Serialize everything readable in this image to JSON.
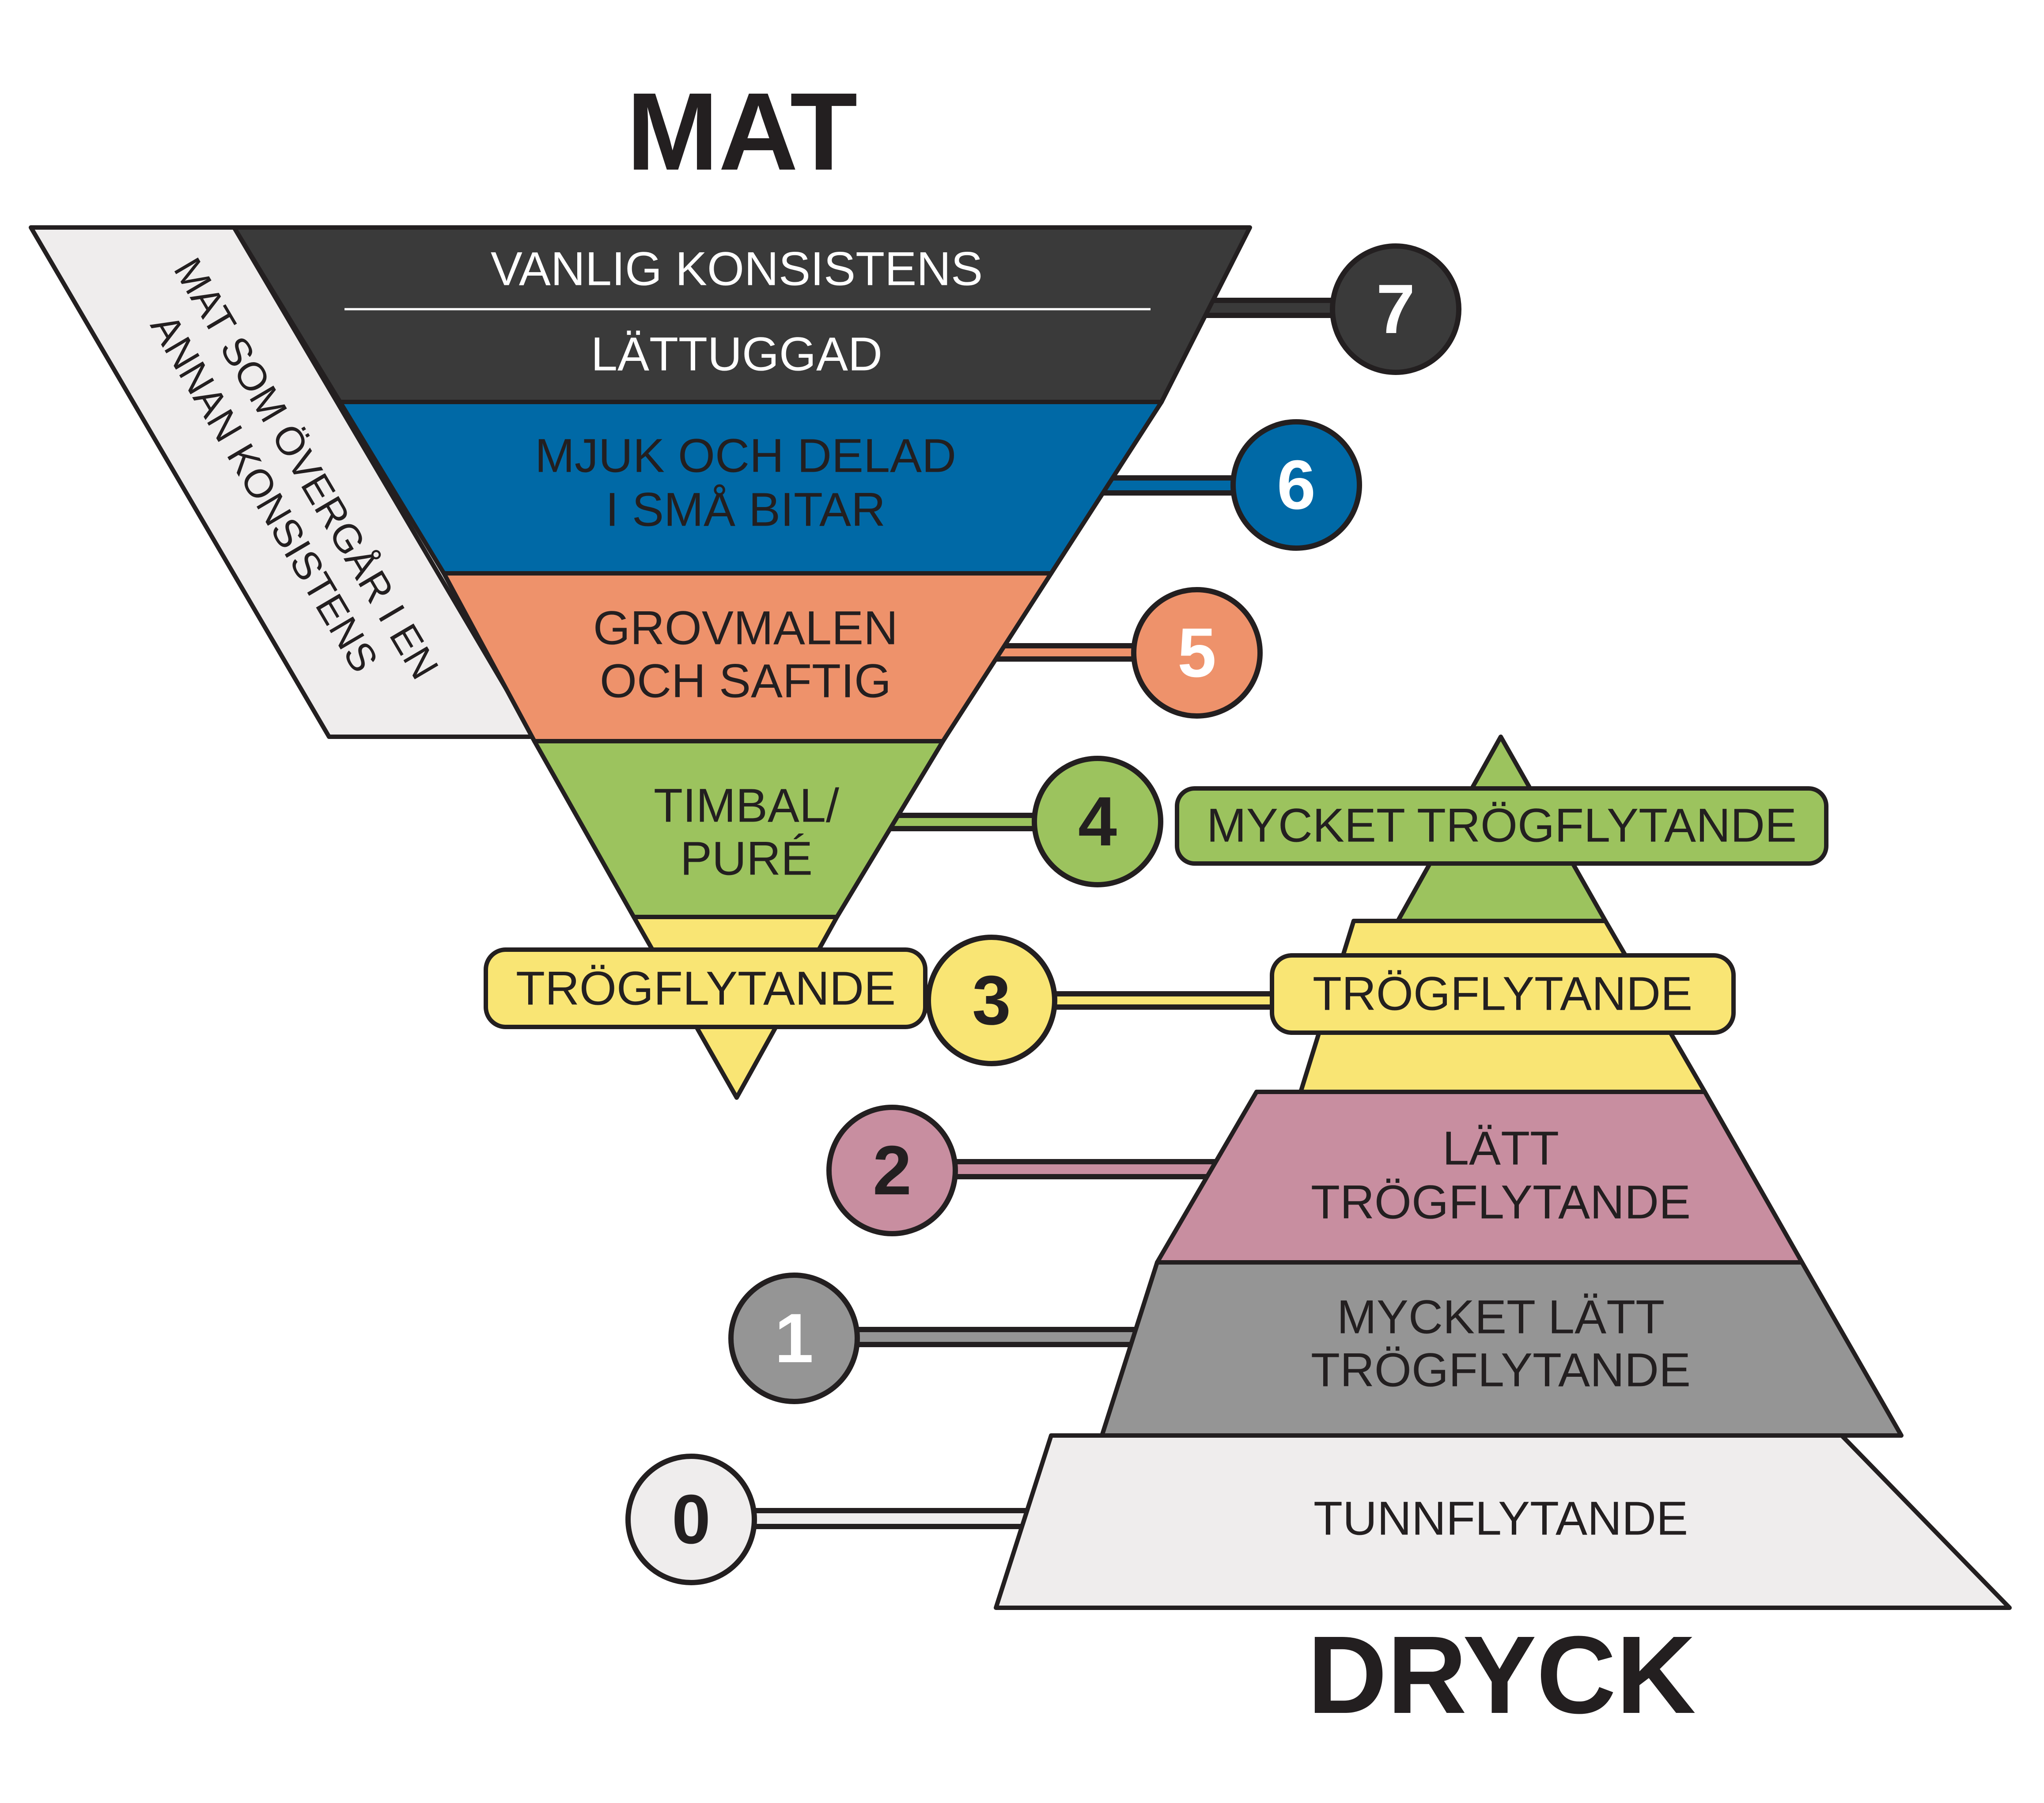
{
  "titles": {
    "food": "MAT",
    "drink": "DRYCK"
  },
  "side_label": {
    "line1": "MAT SOM ÖVERGÅR I EN",
    "line2": "ANNAN KONSISTENS"
  },
  "food_levels": {
    "l7_line1": "VANLIG KONSISTENS",
    "l7_line2": "LÄTTUGGAD",
    "l6_line1": "MJUK OCH DELAD",
    "l6_line2": "I SMÅ BITAR",
    "l5_line1": "GROVMALEN",
    "l5_line2": "OCH SAFTIG",
    "l4_line1": "TIMBAL/",
    "l4_line2": "PURÉ",
    "l3": "TRÖGFLYTANDE"
  },
  "drink_levels": {
    "l4": "MYCKET TRÖGFLYTANDE",
    "l3": "TRÖGFLYTANDE",
    "l2_line1": "LÄTT",
    "l2_line2": "TRÖGFLYTANDE",
    "l1_line1": "MYCKET LÄTT",
    "l1_line2": "TRÖGFLYTANDE",
    "l0": "TUNNFLYTANDE"
  },
  "level_numbers": {
    "n7": "7",
    "n6": "6",
    "n5": "5",
    "n4": "4",
    "n3": "3",
    "n2": "2",
    "n1": "1",
    "n0": "0"
  },
  "colors": {
    "level7": "#3a3a3a",
    "level6": "#0069a6",
    "level5": "#ee926b",
    "level4": "#9cc35e",
    "level3": "#f9e574",
    "level2": "#c88ea0",
    "level1": "#959595",
    "level0": "#efeded",
    "outline": "#231f20"
  }
}
